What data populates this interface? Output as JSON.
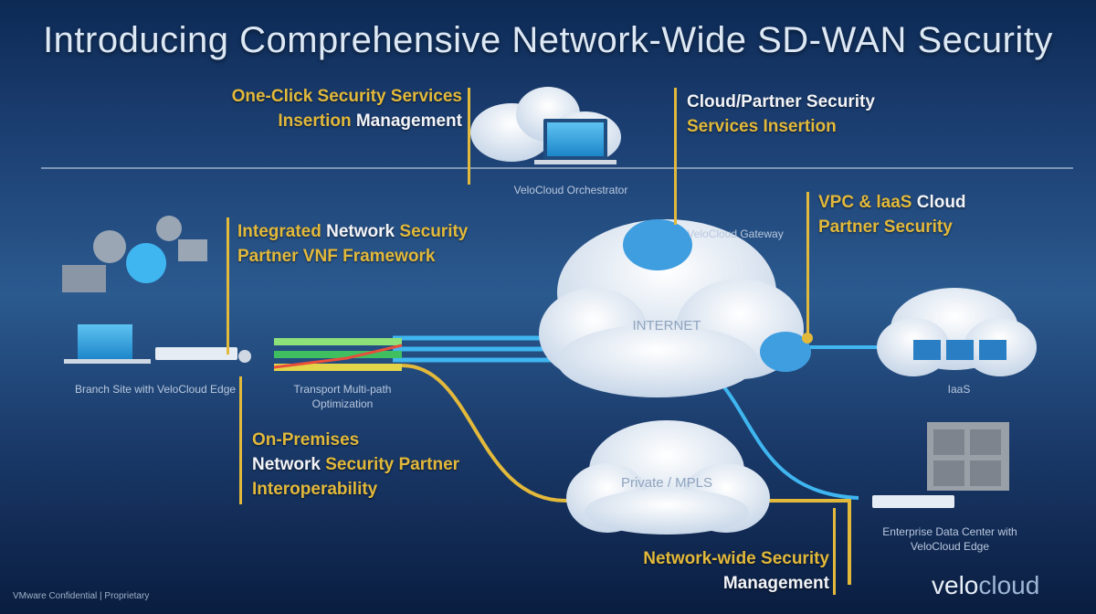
{
  "title": "Introducing Comprehensive Network-Wide SD-WAN Security",
  "callouts": {
    "top_left": {
      "line1": "One-Click Security Services",
      "line2_prefix": "Insertion",
      "line2_bold": "Management"
    },
    "top_right": {
      "line1": "Cloud/Partner Security",
      "line2": "Services Insertion"
    },
    "middle_left": {
      "line1_prefix": "Integrated",
      "line1_bold": "Network",
      "line1_suffix": "Security",
      "line2": "Partner VNF Framework"
    },
    "right": {
      "line1_prefix": "VPC & laaS",
      "line1_bold": "Cloud",
      "line2": "Partner Security"
    },
    "on_prem": {
      "line1": "On-Premises",
      "line2_bold": "Network",
      "line2_suffix": "Security Partner",
      "line3": "Interoperability"
    },
    "bottom": {
      "line1": "Network-wide Security",
      "line2": "Management"
    }
  },
  "captions": {
    "cloud_services": "VeloCloud Orchestrator",
    "gateway": "VeloCloud Gateway",
    "branch": "Branch Site with VeloCloud Edge",
    "transport": "Transport Multi-path Optimization",
    "iaas": "IaaS",
    "datacenter": "Enterprise Data Center with VeloCloud Edge"
  },
  "cloud_labels": {
    "internet": "INTERNET",
    "private": "Private / MPLS"
  },
  "footer": "VMware Confidential  |  Proprietary",
  "logo": {
    "part1": "velo",
    "part2": "cloud"
  },
  "colors": {
    "accent": "#e2b93b",
    "link_blue": "#3fb6f0",
    "background": "#1c3f72"
  }
}
